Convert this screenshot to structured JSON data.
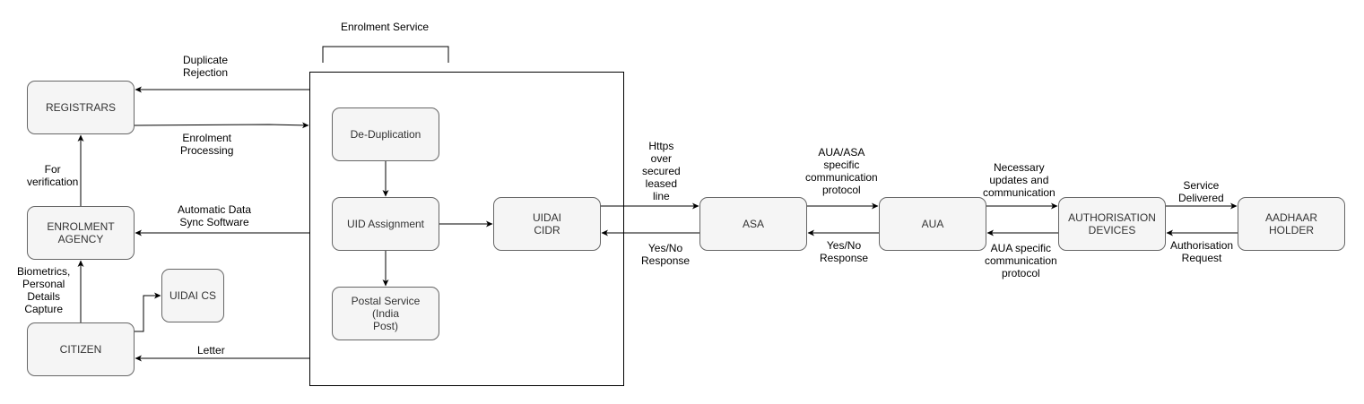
{
  "diagram": {
    "group_title": "Enrolment Service",
    "nodes": {
      "registrars": "REGISTRARS",
      "enrolment_agency": "ENROLMENT\nAGENCY",
      "citizen": "CITIZEN",
      "uidai_cs": "UIDAI CS",
      "de_duplication": "De-Duplication",
      "uid_assignment": "UID Assignment",
      "postal_service": "Postal Service (India\nPost)",
      "uidai_cidr": "UIDAI\nCIDR",
      "asa": "ASA",
      "aua": "AUA",
      "authorisation_devices": "AUTHORISATION\nDEVICES",
      "aadhaar_holder": "AADHAAR HOLDER"
    },
    "edges": {
      "duplicate_rejection": "Duplicate\nRejection",
      "enrolment_processing": "Enrolment\nProcessing",
      "for_verification": "For\nverification",
      "automatic_data_sync": "Automatic Data\nSync Software",
      "biometrics_capture": "Biometrics,\nPersonal\nDetails\nCapture",
      "letter": "Letter",
      "https_leased_line": "Https\nover\nsecured\nleased\nline",
      "yes_no_response_cidr": "Yes/No\nResponse",
      "aua_asa_protocol": "AUA/ASA\nspecific\ncommunication\nprotocol",
      "yes_no_response_asa": "Yes/No\nResponse",
      "necessary_updates": "Necessary\nupdates and\ncommunication",
      "aua_specific_protocol": "AUA specific\ncommunication\nprotocol",
      "service_delivered": "Service\nDelivered",
      "authorisation_request": "Authorisation\nRequest"
    }
  }
}
